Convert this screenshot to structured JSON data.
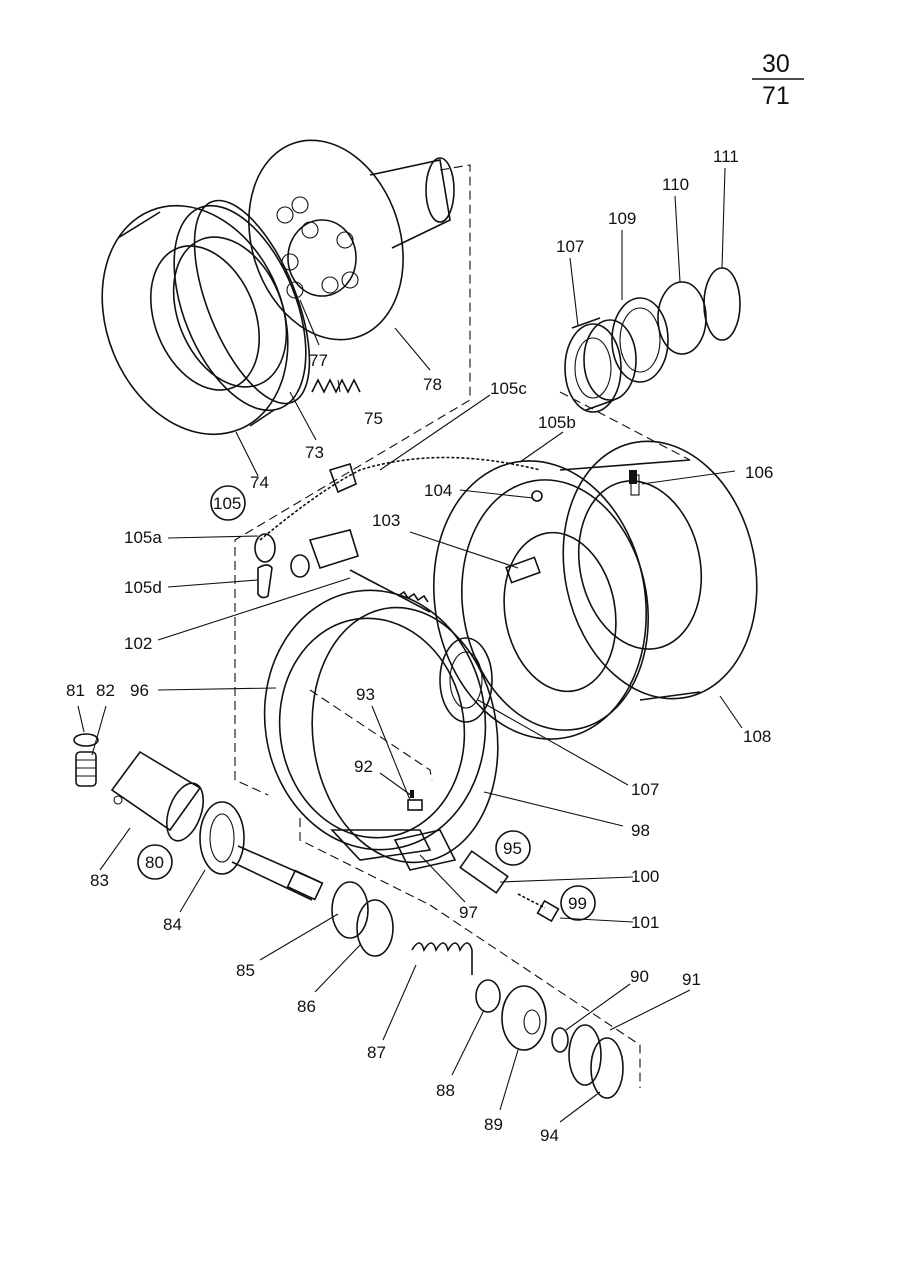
{
  "page_number": {
    "numerator": "30",
    "denominator": "71"
  },
  "callouts": {
    "c105": "105",
    "c80": "80",
    "c95": "95",
    "c99": "99"
  },
  "labels": {
    "l111": "111",
    "l110": "110",
    "l109": "109",
    "l107a": "107",
    "l78": "78",
    "l77": "77",
    "l75": "75",
    "l73": "73",
    "l74": "74",
    "l105c": "105c",
    "l105b": "105b",
    "l106": "106",
    "l104": "104",
    "l103": "103",
    "l105a": "105a",
    "l105d": "105d",
    "l102": "102",
    "l81": "81",
    "l82": "82",
    "l96": "96",
    "l93": "93",
    "l92": "92",
    "l108": "108",
    "l107b": "107",
    "l98": "98",
    "l100": "100",
    "l101": "101",
    "l97": "97",
    "l83": "83",
    "l84": "84",
    "l85": "85",
    "l86": "86",
    "l87": "87",
    "l88": "88",
    "l89": "89",
    "l90": "90",
    "l91": "91",
    "l94": "94"
  }
}
